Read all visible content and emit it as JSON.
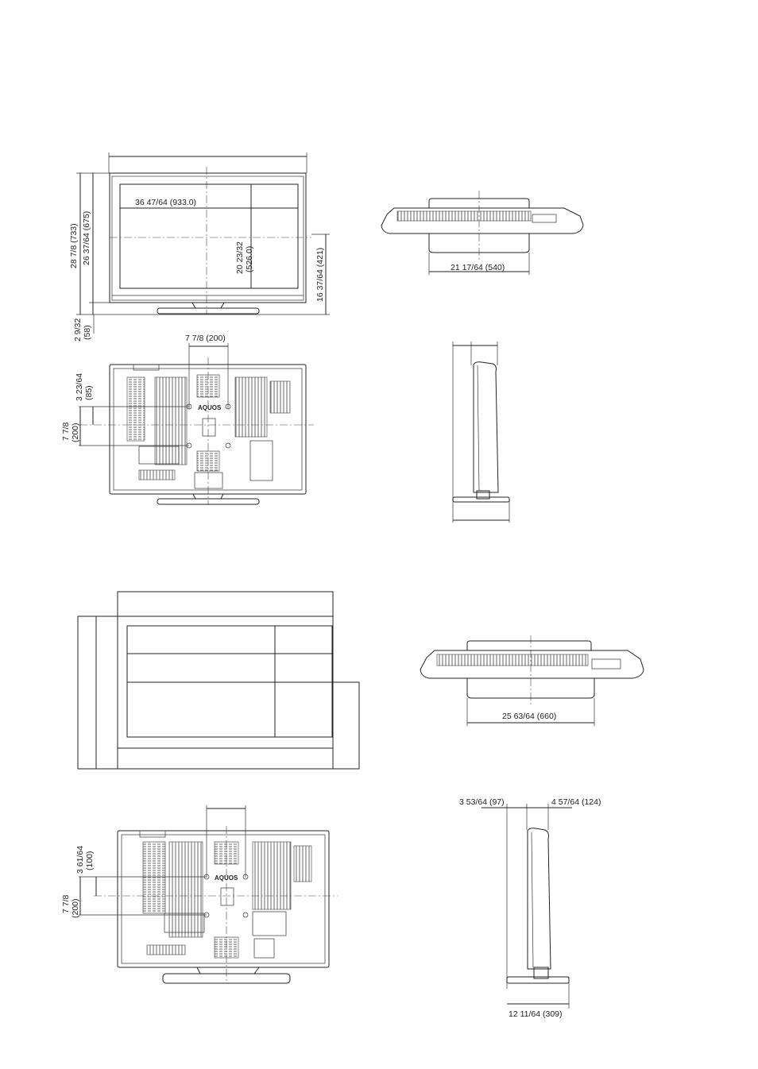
{
  "front_view": {
    "dim_screen_width": "36 47/64 (933.0)",
    "dim_screen_height_a": "20 23/32",
    "dim_screen_height_b": "(526.0)",
    "dim_total_height": "28 7/8 (733)",
    "dim_body_height": "26 37/64 (675)",
    "dim_base_height_a": "2 9/32",
    "dim_base_height_b": "(58)",
    "dim_center_height": "16 37/64 (421)"
  },
  "top_view_1": {
    "dim_stand_width": "21 17/64 (540)"
  },
  "rear_view_1": {
    "dim_mount_width": "7 7/8 (200)",
    "dim_mount_offset_a": "3 23/64",
    "dim_mount_offset_b": "(85)",
    "dim_mount_height_a": "7 7/8",
    "dim_mount_height_b": "(200)",
    "logo": "AQUOS"
  },
  "top_view_2": {
    "dim_stand_width": "25 63/64 (660)"
  },
  "rear_view_2": {
    "dim_mount_offset_a": "3 61/64",
    "dim_mount_offset_b": "(100)",
    "dim_mount_height_a": "7 7/8",
    "dim_mount_height_b": "(200)",
    "logo": "AQUOS"
  },
  "side_view_2": {
    "dim_depth_front": "3 53/64 (97)",
    "dim_depth_rear": "4 57/64 (124)",
    "dim_stand_depth": "12 11/64 (309)"
  }
}
